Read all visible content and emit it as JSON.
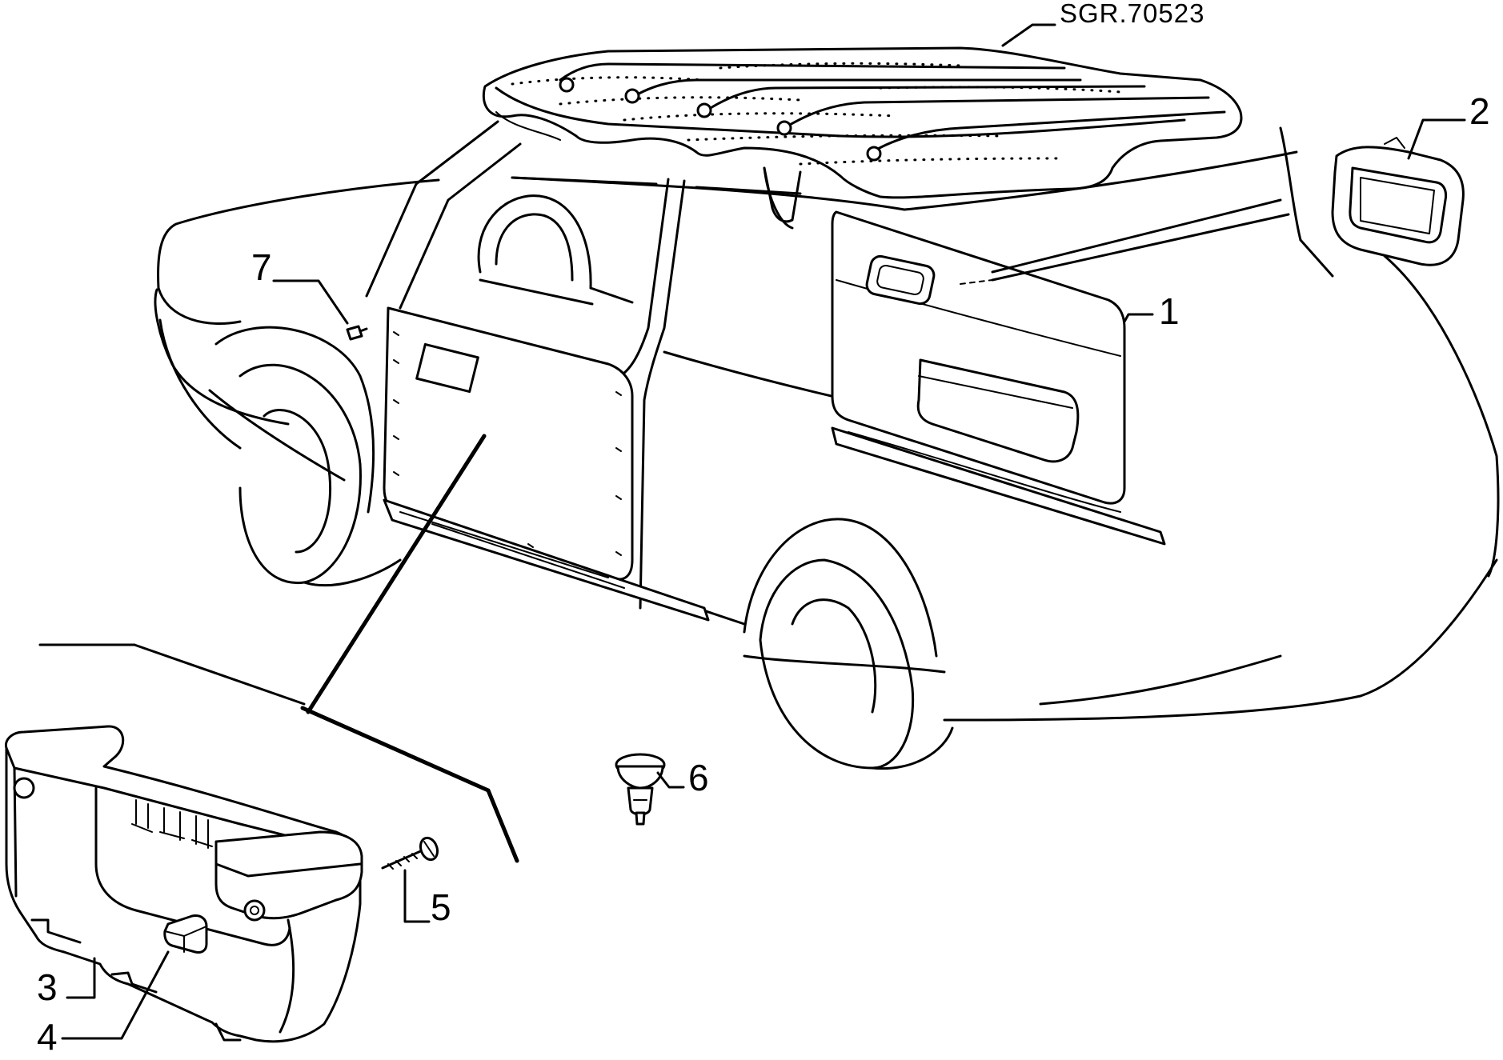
{
  "reference_code": "SGR.70523",
  "callouts": [
    {
      "id": "1",
      "label": "1"
    },
    {
      "id": "2",
      "label": "2"
    },
    {
      "id": "3",
      "label": "3"
    },
    {
      "id": "4",
      "label": "4"
    },
    {
      "id": "5",
      "label": "5"
    },
    {
      "id": "6",
      "label": "6"
    },
    {
      "id": "7",
      "label": "7"
    }
  ]
}
